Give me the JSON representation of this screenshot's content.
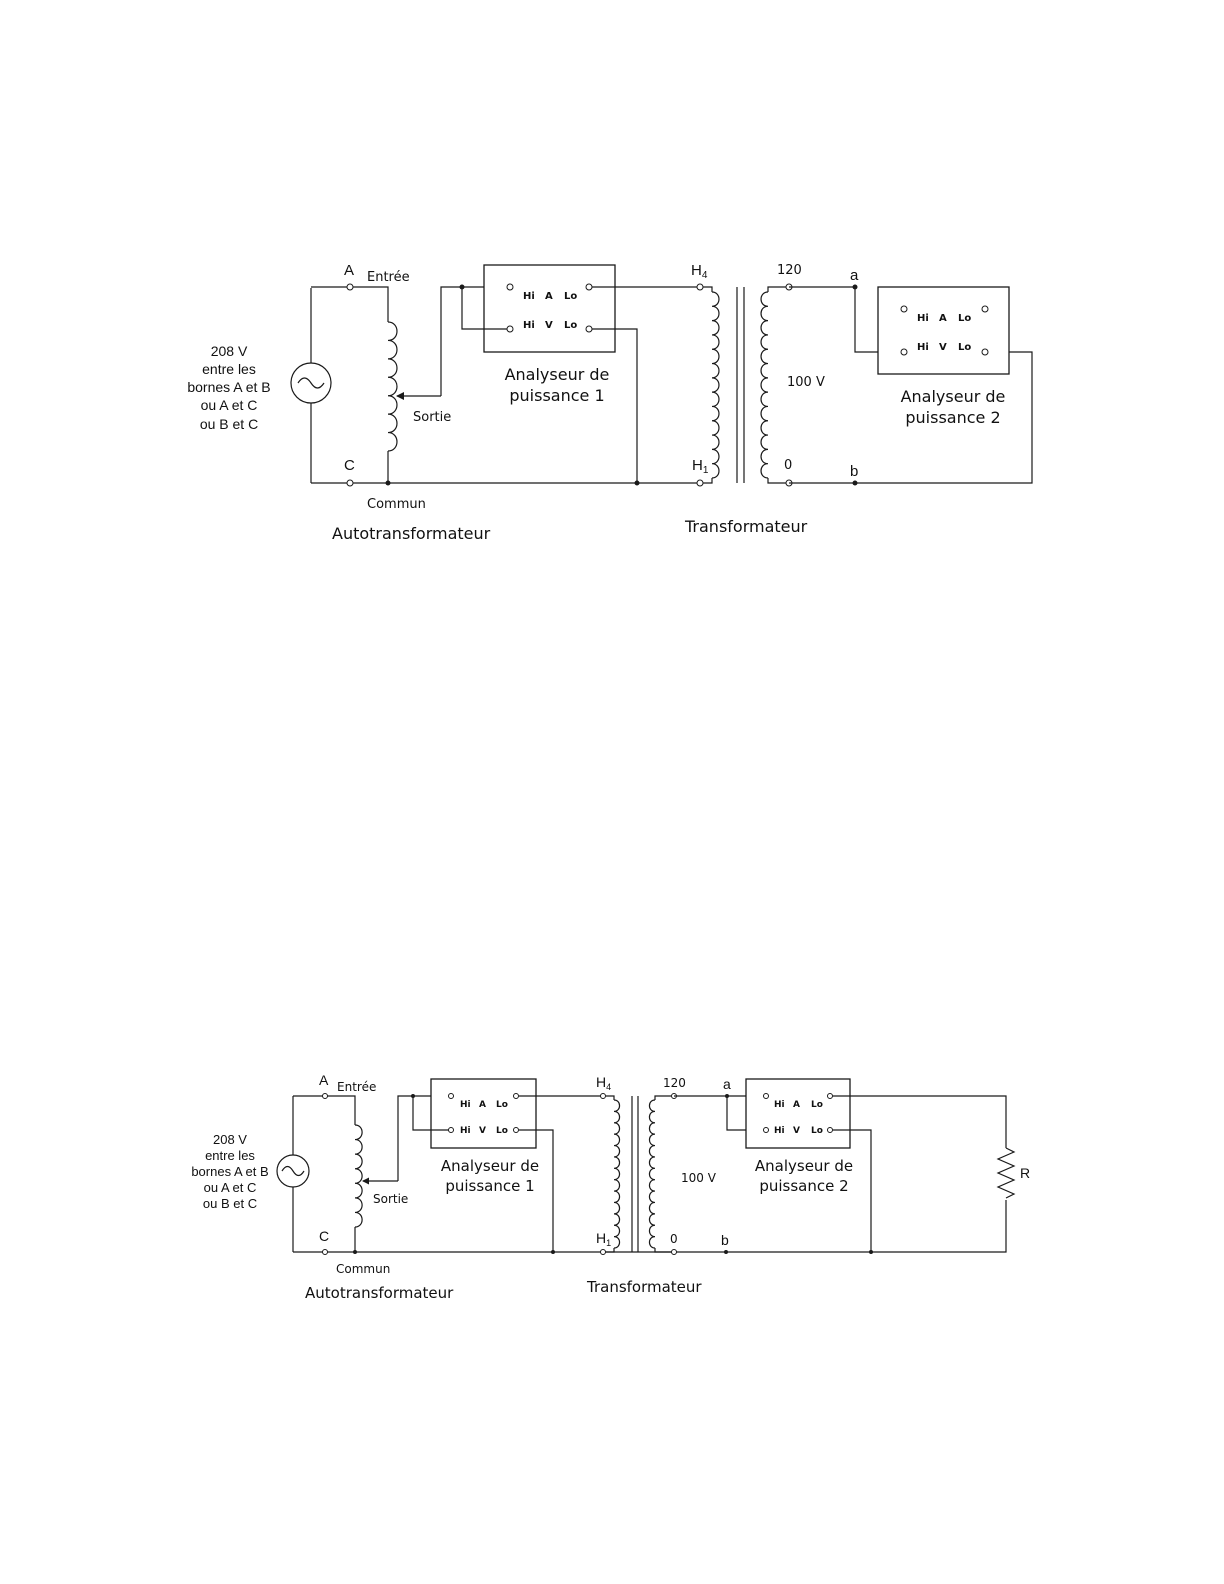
{
  "diagrams": [
    {
      "source_text": [
        "208 V",
        "entre les",
        "bornes A et B",
        "ou A et C",
        "ou B et C"
      ],
      "terminal_a": "A",
      "terminal_c": "C",
      "entree": "Entrée",
      "sortie": "Sortie",
      "commun": "Commun",
      "autotransformer_label": "Autotransformateur",
      "analyzer1": {
        "row1": [
          "Hi",
          "A",
          "Lo"
        ],
        "row2": [
          "Hi",
          "V",
          "Lo"
        ],
        "label": [
          "Analyseur de",
          "puissance 1"
        ]
      },
      "h4": "H",
      "h4_sub": "4",
      "h1": "H",
      "h1_sub": "1",
      "sec_120": "120",
      "sec_0": "0",
      "sec_voltage": "100 V",
      "node_a": "a",
      "node_b": "b",
      "transformer_label": "Transformateur",
      "analyzer2": {
        "row1": [
          "Hi",
          "A",
          "Lo"
        ],
        "row2": [
          "Hi",
          "V",
          "Lo"
        ],
        "label": [
          "Analyseur de",
          "puissance 2"
        ]
      }
    },
    {
      "source_text": [
        "208 V",
        "entre les",
        "bornes A et B",
        "ou A et C",
        "ou B et C"
      ],
      "terminal_a": "A",
      "terminal_c": "C",
      "entree": "Entrée",
      "sortie": "Sortie",
      "commun": "Commun",
      "autotransformer_label": "Autotransformateur",
      "analyzer1": {
        "row1": [
          "Hi",
          "A",
          "Lo"
        ],
        "row2": [
          "Hi",
          "V",
          "Lo"
        ],
        "label": [
          "Analyseur de",
          "puissance 1"
        ]
      },
      "h4": "H",
      "h4_sub": "4",
      "h1": "H",
      "h1_sub": "1",
      "sec_120": "120",
      "sec_0": "0",
      "sec_voltage": "100 V",
      "node_a": "a",
      "node_b": "b",
      "transformer_label": "Transformateur",
      "analyzer2": {
        "row1": [
          "Hi",
          "A",
          "Lo"
        ],
        "row2": [
          "Hi",
          "V",
          "Lo"
        ],
        "label": [
          "Analyseur de",
          "puissance 2"
        ]
      },
      "load": "R"
    }
  ]
}
